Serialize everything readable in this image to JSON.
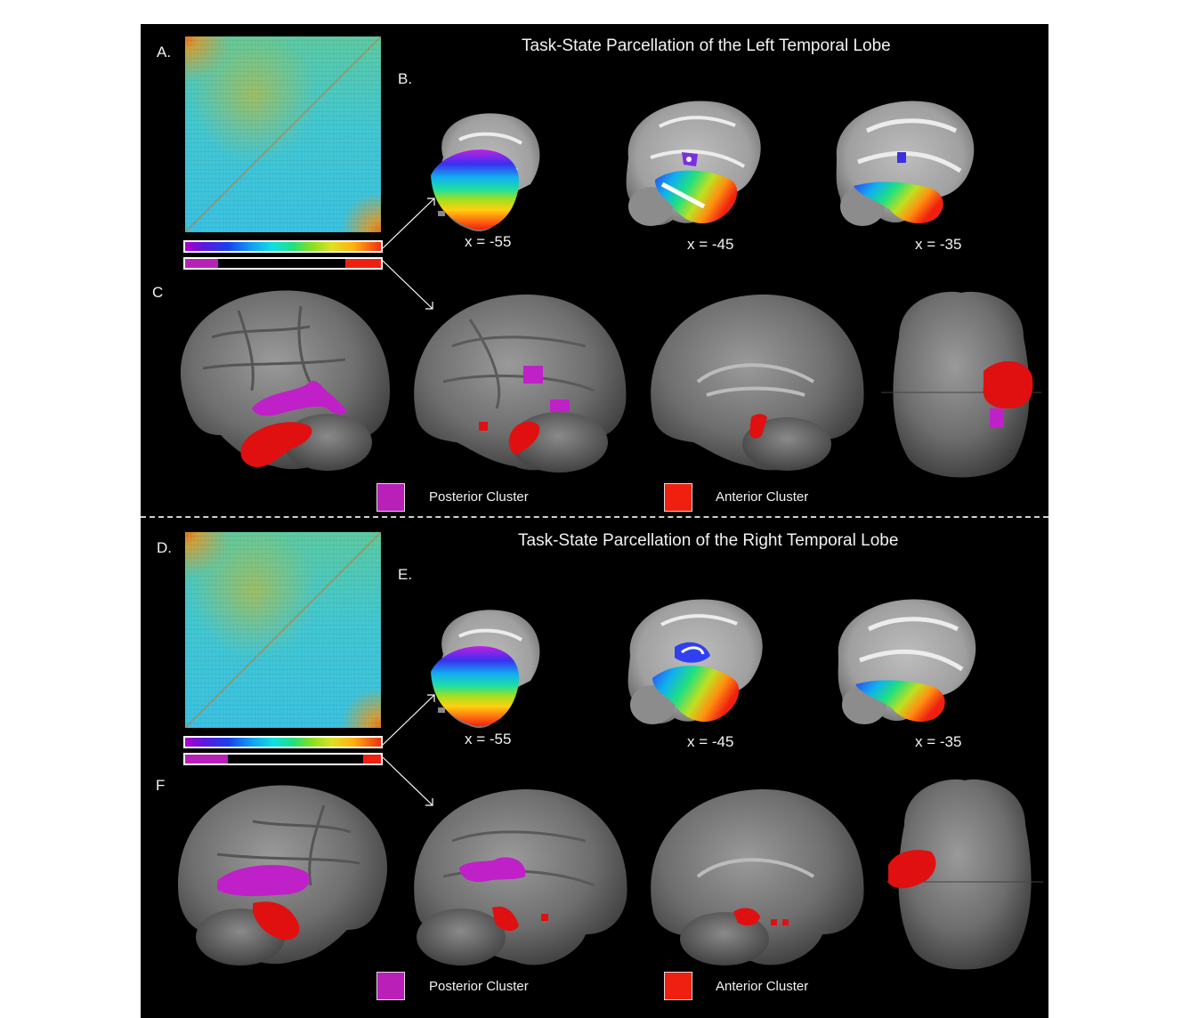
{
  "colors": {
    "background": "#000000",
    "posterior": "#b820b8",
    "anterior": "#f02010",
    "text": "#f2f2f2"
  },
  "top": {
    "title": "Task-State Parcellation of the Left Temporal Lobe",
    "label_a": "A.",
    "label_b": "B.",
    "label_c": "C",
    "slices": [
      {
        "label": "x  = -55"
      },
      {
        "label": "x  = -45"
      },
      {
        "label": "x  = -35"
      }
    ],
    "cluster_bar": {
      "posterior_fraction": 0.17,
      "anterior_fraction": 0.18
    },
    "legend": {
      "posterior": "Posterior Cluster",
      "anterior": "Anterior Cluster"
    }
  },
  "bottom": {
    "title": "Task-State Parcellation of the Right Temporal Lobe",
    "label_d": "D.",
    "label_e": "E.",
    "label_f": "F",
    "slices": [
      {
        "label": "x  = -55"
      },
      {
        "label": "x  = -45"
      },
      {
        "label": "x  = -35"
      }
    ],
    "cluster_bar": {
      "posterior_fraction": 0.22,
      "anterior_fraction": 0.09
    },
    "legend": {
      "posterior": "Posterior Cluster",
      "anterior": "Anterior Cluster"
    }
  }
}
